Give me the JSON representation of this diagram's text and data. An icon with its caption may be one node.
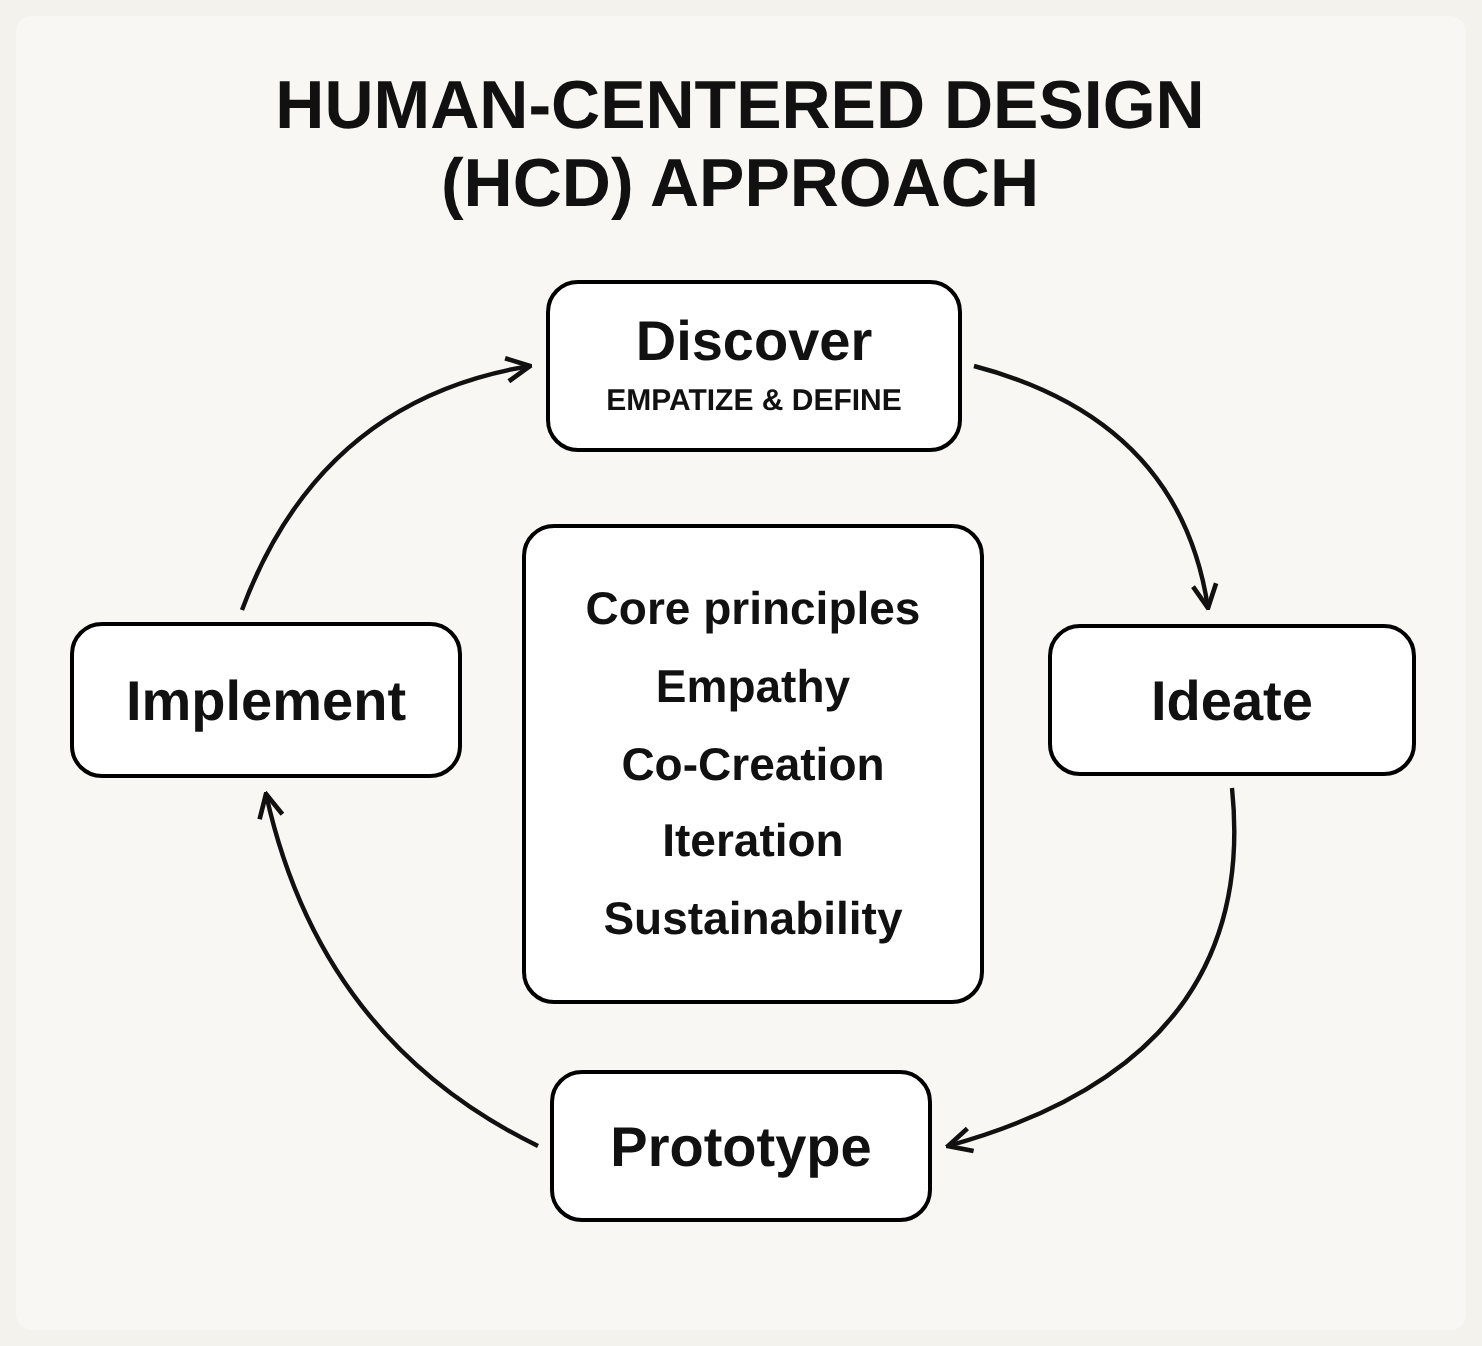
{
  "diagram": {
    "title": "HUMAN-CENTERED DESIGN (HCD) APPROACH",
    "nodes": [
      {
        "text": [
          "Discover",
          "EMPATIZE & DEFINE"
        ]
      },
      {
        "text": [
          "Ideate"
        ]
      },
      {
        "text": [
          "Prototype"
        ]
      },
      {
        "text": [
          "Implement"
        ]
      },
      {
        "text": [
          "Core principles",
          "Empathy",
          "Co-Creation",
          "Iteration",
          "Sustainability"
        ]
      }
    ],
    "edges": [
      {
        "from": 0,
        "to": 1,
        "arrow": "to"
      },
      {
        "from": 1,
        "to": 2,
        "arrow": "to"
      },
      {
        "from": 2,
        "to": 3,
        "arrow": "to"
      },
      {
        "from": 3,
        "to": 0,
        "arrow": "to"
      }
    ]
  }
}
